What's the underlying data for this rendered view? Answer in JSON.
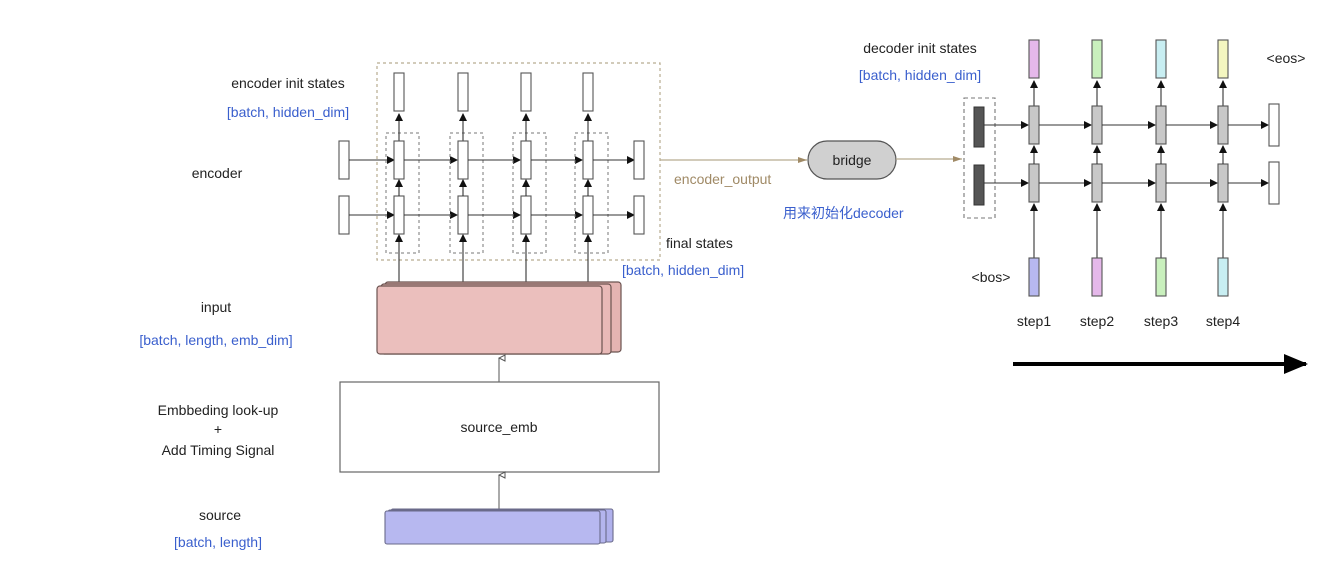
{
  "diagram": {
    "encoder": {
      "init_states_label": "encoder init states",
      "init_states_shape": "[batch, hidden_dim]",
      "label": "encoder",
      "final_states_label": "final states",
      "final_states_shape": "[batch, hidden_dim]",
      "layers": 2,
      "steps": 4
    },
    "input": {
      "label": "input",
      "shape": "[batch, length, emb_dim]",
      "color": "#ebbfbd"
    },
    "embedding": {
      "label_line1": "Embbeding look-up",
      "label_line2": "+",
      "label_line3": "Add Timing Signal",
      "box_label": "source_emb"
    },
    "source": {
      "label": "source",
      "shape": "[batch, length]",
      "color": "#b7b8f0"
    },
    "bridge": {
      "label": "bridge",
      "edge_in_label": "encoder_output",
      "note": "用来初始化decoder"
    },
    "decoder": {
      "init_states_label": "decoder init states",
      "init_states_shape": "[batch, hidden_dim]",
      "bos_label": "<bos>",
      "eos_label": "<eos>",
      "steps": [
        "step1",
        "step2",
        "step3",
        "step4"
      ],
      "input_colors": [
        "#b7b8f0",
        "#e5b8ea",
        "#c9f0bd",
        "#c8eef2"
      ],
      "output_colors": [
        "#e5b8ea",
        "#c9f0bd",
        "#c8eef2",
        "#f4f6c0"
      ]
    },
    "colors": {
      "shape_text": "#3a5fcd",
      "edge_label": "#a08a66",
      "dashed": "#a89a7a",
      "cell_gray": "#c8c8c8",
      "init_dark": "#555555"
    }
  }
}
